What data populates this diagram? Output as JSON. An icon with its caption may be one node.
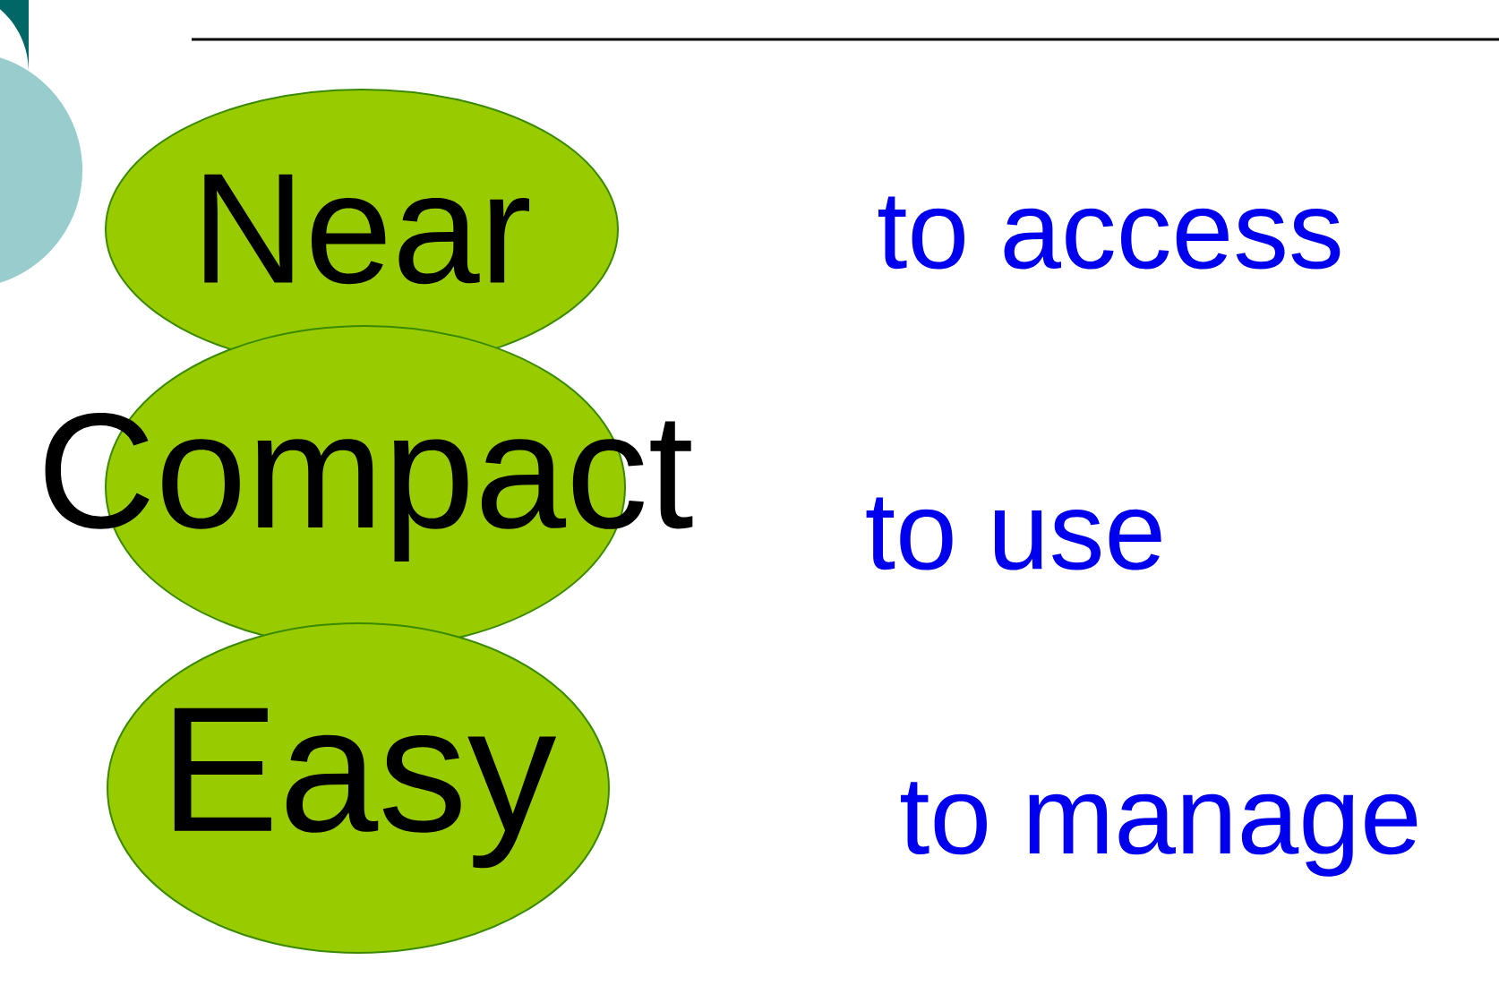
{
  "diagram": {
    "nodes": [
      {
        "text": [
          "Near"
        ],
        "beside": [
          "to access"
        ]
      },
      {
        "text": [
          "Compact"
        ],
        "beside": [
          "to use"
        ]
      },
      {
        "text": [
          "Easy"
        ],
        "beside": [
          "to manage"
        ]
      }
    ]
  }
}
